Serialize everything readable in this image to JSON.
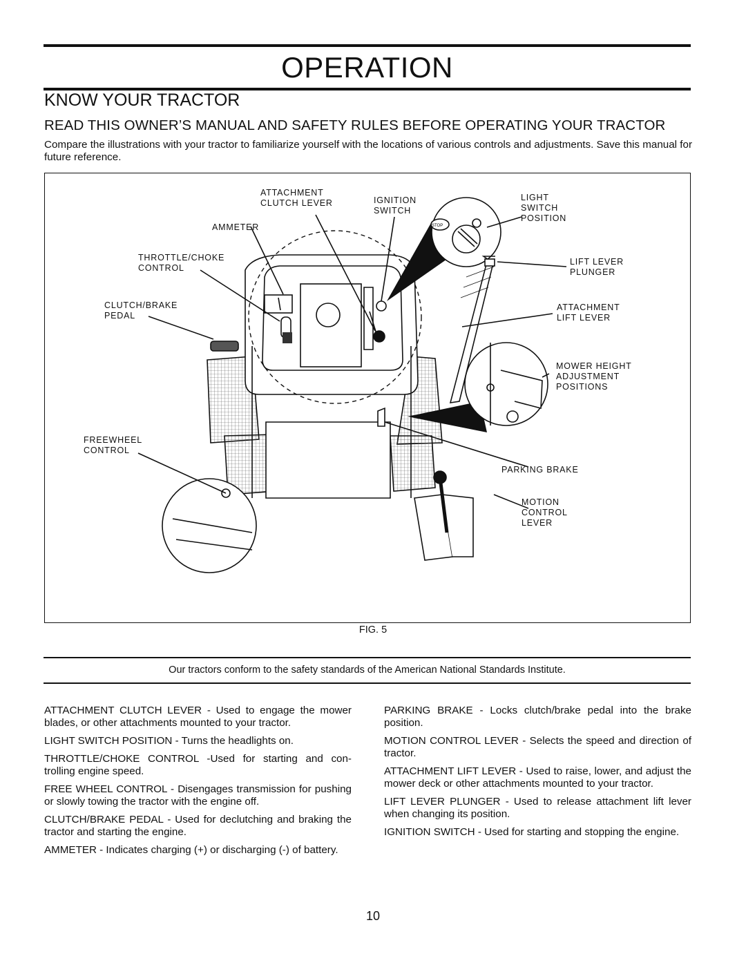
{
  "header": {
    "title": "OPERATION",
    "section": "KNOW YOUR TRACTOR",
    "subheading": "READ THIS OWNER’S MANUAL AND SAFETY RULES BEFORE OPERATING YOUR TRACTOR",
    "intro": "Compare the illustrations with your tractor to familiarize yourself with the locations of various controls and adjustments.  Save this manual for future reference."
  },
  "figure": {
    "labels": {
      "attachment_clutch_lever": "ATTACHMENT\nCLUTCH LEVER",
      "ignition_switch": "IGNITION\nSWITCH",
      "light_switch_position": "LIGHT\nSWITCH\nPOSITION",
      "ammeter": "AMMETER",
      "throttle_choke": "THROTTLE/CHOKE\nCONTROL",
      "lift_lever_plunger": "LIFT LEVER\nPLUNGER",
      "clutch_brake_pedal": "CLUTCH/BRAKE\nPEDAL",
      "attachment_lift_lever": "ATTACHMENT\nLIFT LEVER",
      "mower_height": "MOWER HEIGHT\nADJUSTMENT\nPOSITIONS",
      "freewheel": "FREEWHEEL\nCONTROL",
      "parking_brake": "PARKING BRAKE",
      "motion_control": "MOTION\nCONTROL\nLEVER",
      "stop": "STOP"
    },
    "caption": "FIG. 5"
  },
  "standards_note": "Our tractors conform to the safety standards of the American National Standards Institute.",
  "definitions_left": [
    "ATTACHMENT CLUTCH LEVER -  Used to engage the mower blades, or other attachments mounted to your tractor.",
    "LIGHT SWITCH POSITION - Turns the headlights on.",
    "THROTTLE/CHOKE CONTROL -Used for starting and con- trolling engine speed.",
    "FREE WHEEL CONTROL - Disengages transmission for pushing or slowly towing the tractor with the engine off.",
    "CLUTCH/BRAKE PEDAL  -  Used for declutching and braking the tractor and starting the engine.",
    "AMMETER - Indicates charging (+) or discharging (-) of battery."
  ],
  "definitions_right": [
    "PARKING BRAKE  - Locks clutch/brake pedal into the brake position.",
    "MOTION CONTROL LEVER -  Selects the speed and direction of tractor.",
    "ATTACHMENT LIFT LEVER  - Used to raise, lower, and adjust the mower deck or other attachments mounted to your tractor.",
    "LIFT LEVER PLUNGER  - Used to release attachment lift lever when changing its position.",
    "IGNITION SWITCH -  Used for starting and stopping the engine."
  ],
  "page_number": "10"
}
